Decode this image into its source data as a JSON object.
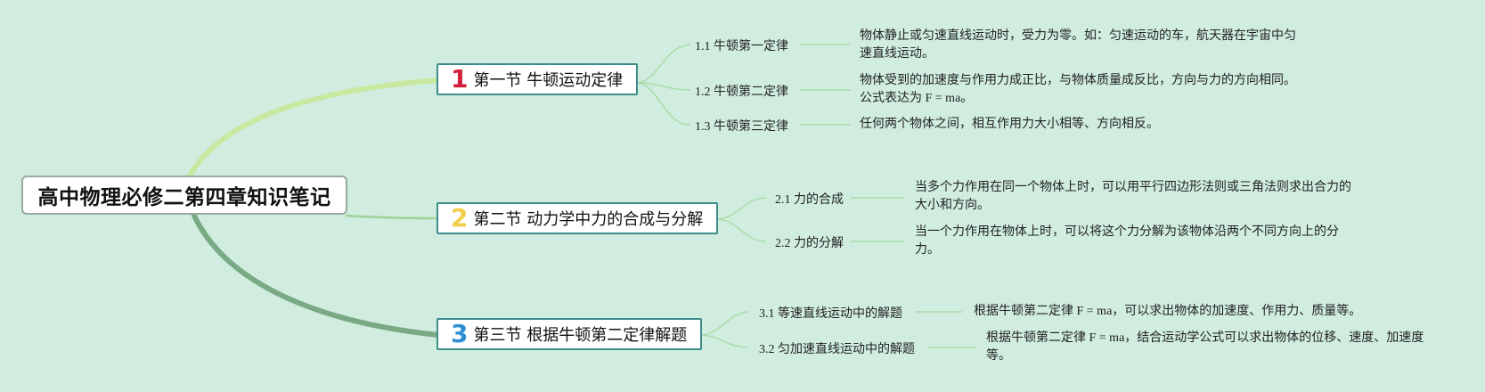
{
  "colors": {
    "background": "#d0ede0",
    "number_1": "#d21f3c",
    "number_2": "#f2cf4a",
    "number_3": "#2f8fd3",
    "branch_1": "#c9e8a0",
    "branch_2": "#9dd39a",
    "branch_3": "#79aa84",
    "subbranch": "#a9dca8"
  },
  "root": {
    "title": "高中物理必修二第四章知识笔记"
  },
  "sections": [
    {
      "number": "1",
      "title": "第一节 牛顿运动定律",
      "items": [
        {
          "label": "1.1 牛顿第一定律",
          "lines": [
            "物体静止或匀速直线运动时，受力为零。如：匀速运动的车，航天器在宇宙中匀",
            "速直线运动。"
          ]
        },
        {
          "label": "1.2 牛顿第二定律",
          "lines": [
            "物体受到的加速度与作用力成正比，与物体质量成反比，方向与力的方向相同。",
            "公式表达为 F = ma。"
          ]
        },
        {
          "label": "1.3 牛顿第三定律",
          "lines": [
            "任何两个物体之间，相互作用力大小相等、方向相反。"
          ]
        }
      ]
    },
    {
      "number": "2",
      "title": "第二节 动力学中力的合成与分解",
      "items": [
        {
          "label": "2.1 力的合成",
          "lines": [
            "当多个力作用在同一个物体上时，可以用平行四边形法则或三角法则求出合力的",
            "大小和方向。"
          ]
        },
        {
          "label": "2.2 力的分解",
          "lines": [
            "当一个力作用在物体上时，可以将这个力分解为该物体沿两个不同方向上的分",
            "力。"
          ]
        }
      ]
    },
    {
      "number": "3",
      "title": "第三节 根据牛顿第二定律解题",
      "items": [
        {
          "label": "3.1 等速直线运动中的解题",
          "lines": [
            "根据牛顿第二定律 F = ma，可以求出物体的加速度、作用力、质量等。"
          ]
        },
        {
          "label": "3.2 匀加速直线运动中的解题",
          "lines": [
            "根据牛顿第二定律 F = ma，结合运动学公式可以求出物体的位移、速度、加速度",
            "等。"
          ]
        }
      ]
    }
  ]
}
